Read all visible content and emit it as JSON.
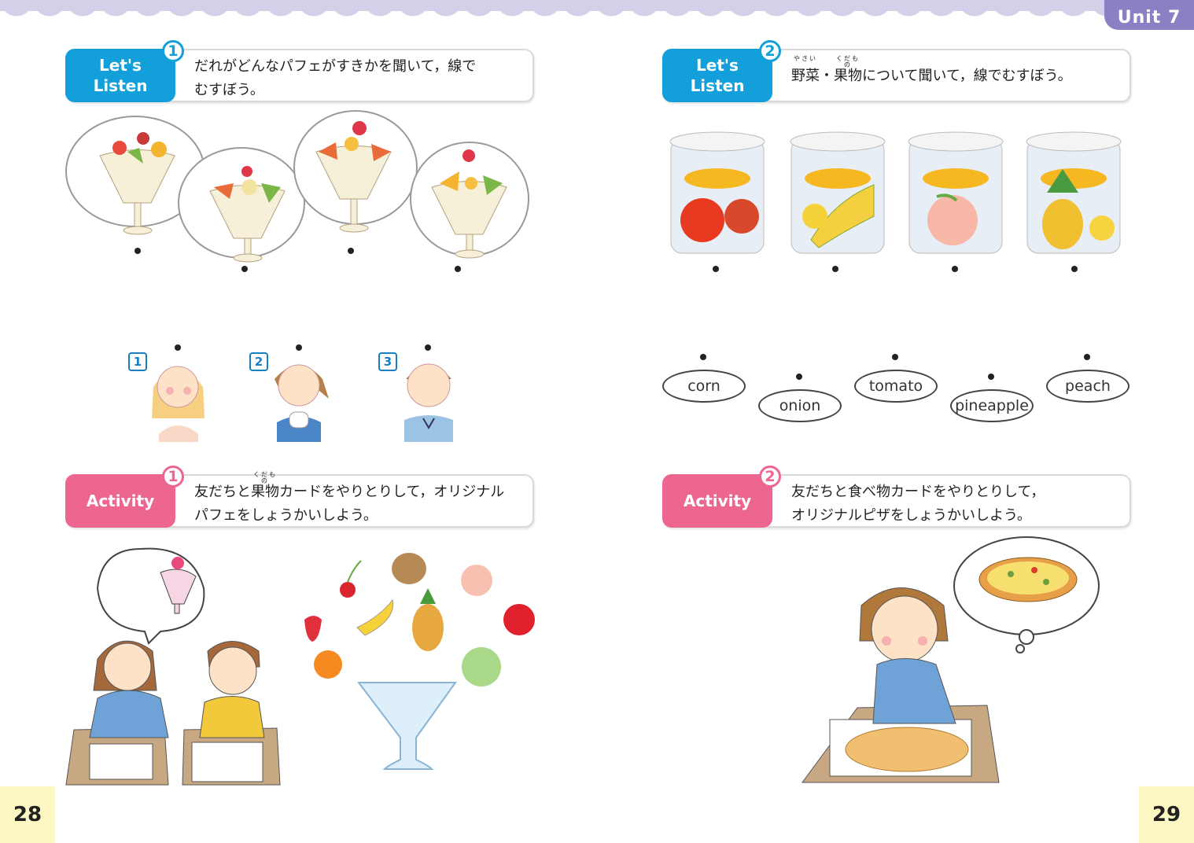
{
  "unit_tab": "Unit 7",
  "left": {
    "listen": {
      "label": "Let's\nListen",
      "number": "1",
      "instruction_line1": "だれがどんなパフェがすきかを聞いて，線で",
      "instruction_line2": "むすぼう。"
    },
    "people_numbers": [
      "1",
      "2",
      "3"
    ],
    "activity": {
      "label": "Activity",
      "number": "1",
      "instruction_pre": "友だちと",
      "instruction_ruby_base": "果物",
      "instruction_ruby": "くだもの",
      "instruction_post": "カードをやりとりして，オリジナル",
      "instruction_line2": "パフェをしょうかいしよう。"
    },
    "page_number": "28"
  },
  "right": {
    "listen": {
      "label": "Let's\nListen",
      "number": "2",
      "ruby1_base": "野菜",
      "ruby1": "やさい",
      "middle": "・",
      "ruby2_base": "果物",
      "ruby2": "くだもの",
      "instruction_post": "について聞いて，線でむすぼう。"
    },
    "words": [
      "corn",
      "onion",
      "tomato",
      "pineapple",
      "peach"
    ],
    "activity": {
      "label": "Activity",
      "number": "2",
      "instruction_line1": "友だちと食べ物カードをやりとりして，",
      "instruction_line2": "オリジナルピザをしょうかいしよう。"
    },
    "page_number": "29"
  },
  "colors": {
    "listen_blue": "#139fda",
    "activity_pink": "#ec6690",
    "scallop_lavender": "#d4d0ea",
    "unit_tab_purple": "#8a80c4",
    "page_number_bg": "#fdf7c4"
  },
  "icons": [
    "parfait-illustration",
    "child-illustration",
    "can-illustration",
    "fruit-illustration",
    "pizza-illustration"
  ]
}
